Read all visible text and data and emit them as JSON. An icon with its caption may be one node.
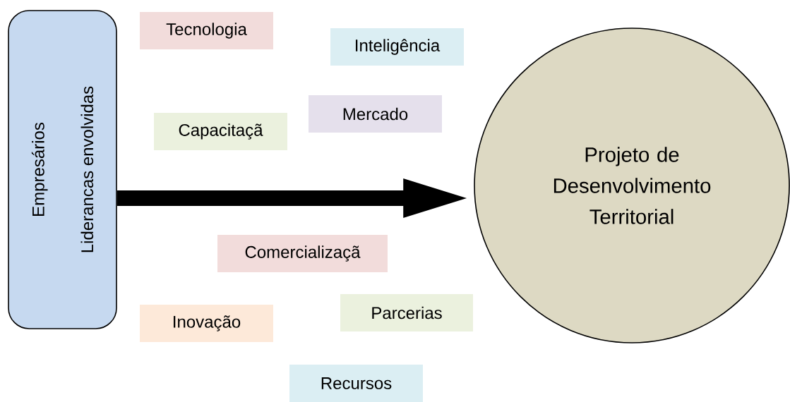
{
  "diagram": {
    "nodes": [
      {
        "text": [
          "Empresários",
          "Liderancas envolvidas"
        ]
      },
      {
        "text": [
          "Tecnologia"
        ]
      },
      {
        "text": [
          "Inteligência"
        ]
      },
      {
        "text": [
          "Mercado"
        ]
      },
      {
        "text": [
          "Capacitaçã"
        ]
      },
      {
        "text": [
          "Comercializaçã"
        ]
      },
      {
        "text": [
          "Parcerias"
        ]
      },
      {
        "text": [
          "Inovação"
        ]
      },
      {
        "text": [
          "Recursos"
        ]
      },
      {
        "text": [
          "Projeto de Desenvolvimento Territorial"
        ]
      }
    ],
    "edges": [
      {
        "from": 0,
        "to": 9,
        "arrow": "to"
      }
    ]
  }
}
